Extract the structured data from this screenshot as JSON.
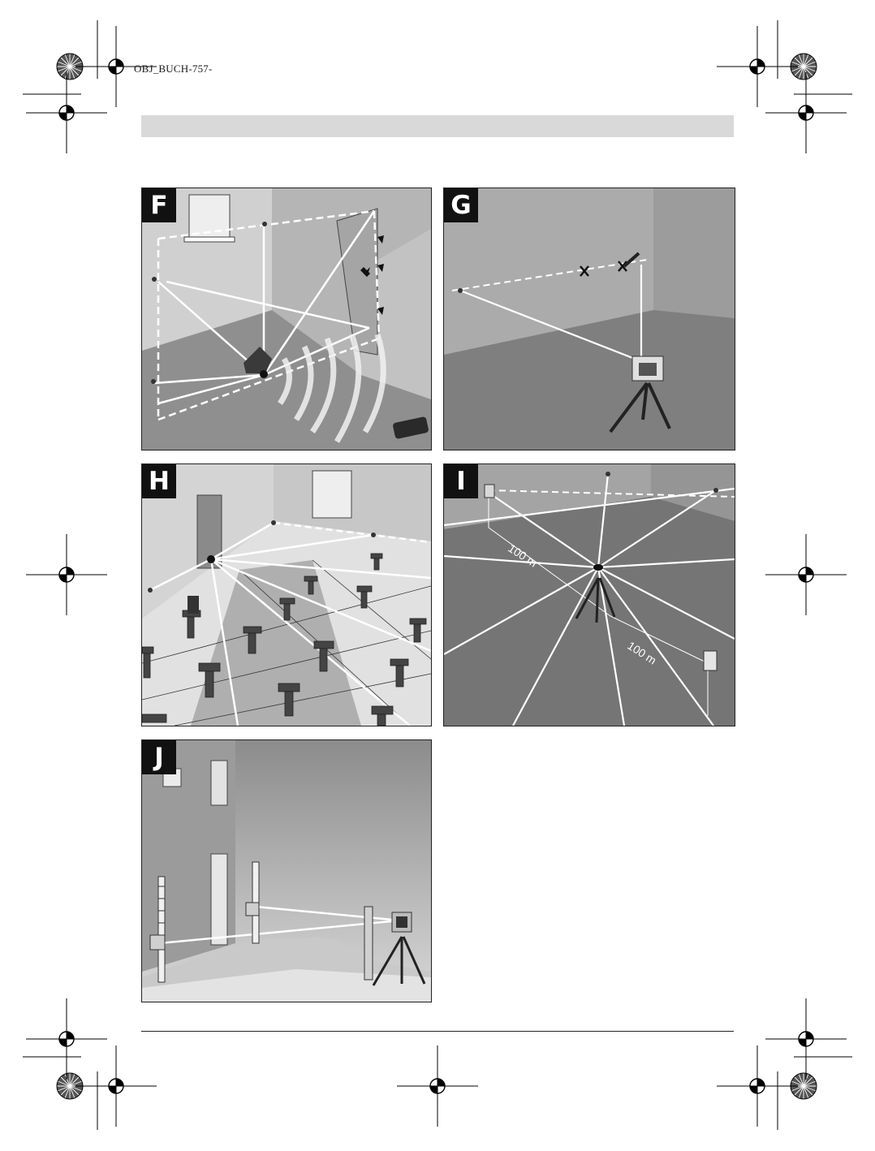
{
  "header": {
    "file_code": "OBJ_BUCH-757-"
  },
  "panels": [
    {
      "label": "F"
    },
    {
      "label": "G"
    },
    {
      "label": "H"
    },
    {
      "label": "I",
      "distance_labels": [
        "100 m",
        "100 m"
      ]
    },
    {
      "label": "J"
    }
  ]
}
